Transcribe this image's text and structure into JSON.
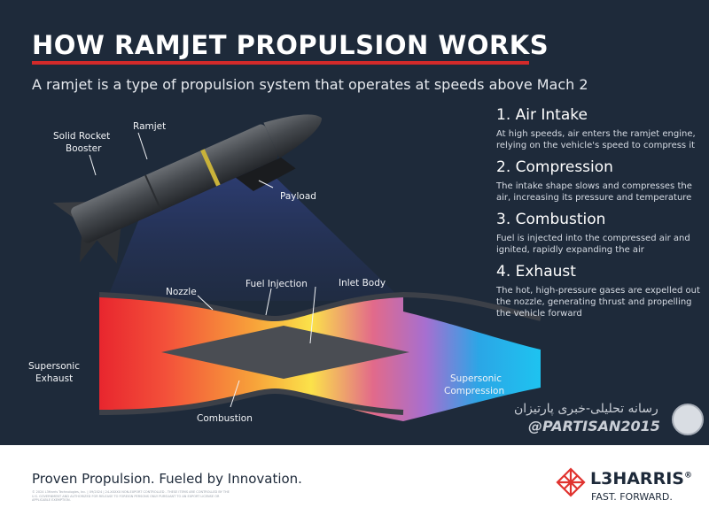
{
  "header": {
    "title": "HOW RAMJET PROPULSION WORKS",
    "subtitle": "A ramjet is a type of propulsion system that operates at speeds above Mach 2"
  },
  "steps": [
    {
      "title": "1. Air Intake",
      "description": "At high speeds, air enters the ramjet engine, relying on the vehicle's speed to compress it"
    },
    {
      "title": "2. Compression",
      "description": "The intake shape slows and compresses the air, increasing its pressure and temperature"
    },
    {
      "title": "3. Combustion",
      "description": "Fuel is injected into the compressed air and ignited, rapidly expanding the air"
    },
    {
      "title": "4. Exhaust",
      "description": "The hot, high-pressure gases are expelled out the nozzle, generating thrust and propelling the vehicle forward"
    }
  ],
  "missile_labels": {
    "booster": [
      "Solid Rocket",
      "Booster"
    ],
    "ramjet": "Ramjet",
    "payload": "Payload"
  },
  "engine_labels": {
    "nozzle": "Nozzle",
    "fuel_injection": "Fuel Injection",
    "inlet_body": "Inlet Body",
    "supersonic_exhaust": [
      "Supersonic",
      "Exhaust"
    ],
    "combustion": "Combustion",
    "supersonic_compression": [
      "Supersonic",
      "Compression"
    ]
  },
  "gradient_colors": [
    "#e8262e",
    "#f3503a",
    "#f7a23a",
    "#fbe24a",
    "#e26a8a",
    "#a66fd0",
    "#2ba6e6",
    "#1ec3f0"
  ],
  "watermark": {
    "persian": "رسانه تحلیلی-خبری پارتیزان",
    "handle": "@PARTISAN2015"
  },
  "footer": {
    "tagline": "Proven Propulsion. Fueled by Innovation.",
    "fine_print": "© 2024 L3Harris Technologies, Inc. | 09/2024 | 24-XXXXX NON-EXPORT CONTROLLED - THESE ITEMS ARE CONTROLLED BY THE U.S. GOVERNMENT AND AUTHORIZED FOR RELEASE TO FOREIGN PERSONS ONLY PURSUANT TO AN EXPORT LICENSE OR APPLICABLE EXEMPTION."
  },
  "brand": {
    "name": "L3HARRIS",
    "reg": "®",
    "tagline": "FAST. FORWARD.",
    "accent": "#e0332f"
  }
}
